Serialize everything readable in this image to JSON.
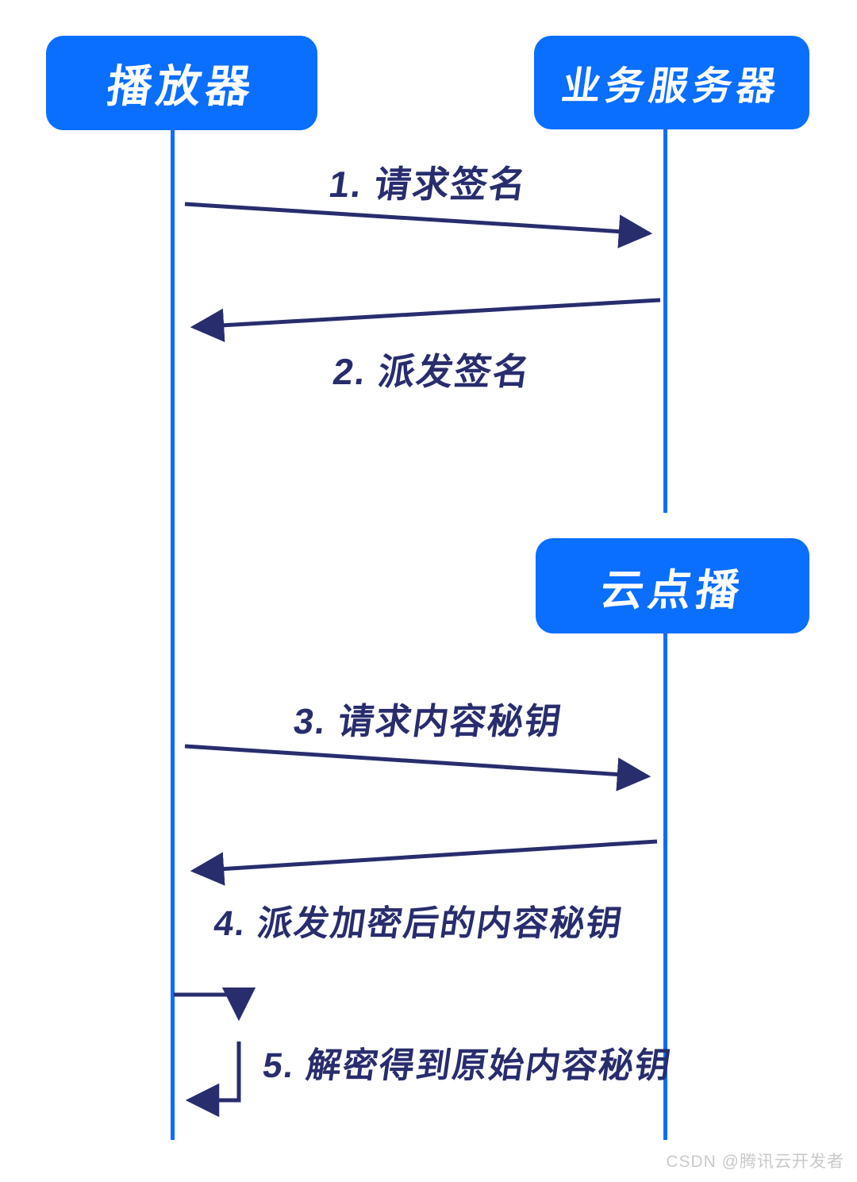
{
  "diagram": {
    "type": "sequence-diagram",
    "actors": [
      {
        "id": "player",
        "label": "播放器"
      },
      {
        "id": "business-server",
        "label": "业务服务器"
      },
      {
        "id": "vod",
        "label": "云点播"
      }
    ],
    "messages": [
      {
        "step": 1,
        "label": "1. 请求签名",
        "from": "player",
        "to": "business-server",
        "direction": "right"
      },
      {
        "step": 2,
        "label": "2. 派发签名",
        "from": "business-server",
        "to": "player",
        "direction": "left"
      },
      {
        "step": 3,
        "label": "3. 请求内容秘钥",
        "from": "player",
        "to": "vod",
        "direction": "right"
      },
      {
        "step": 4,
        "label": "4. 派发加密后的内容秘钥",
        "from": "vod",
        "to": "player",
        "direction": "left"
      },
      {
        "step": 5,
        "label": "5. 解密得到原始内容秘钥",
        "from": "player",
        "to": "player",
        "direction": "self-loop"
      }
    ],
    "colors": {
      "actor_fill": "#0a6eff",
      "actor_text": "#ffffff",
      "lifeline": "#0a6eff",
      "arrow": "#282d6e",
      "label_text": "#282d6e"
    }
  },
  "watermark": {
    "text": "CSDN @腾讯云开发者"
  }
}
